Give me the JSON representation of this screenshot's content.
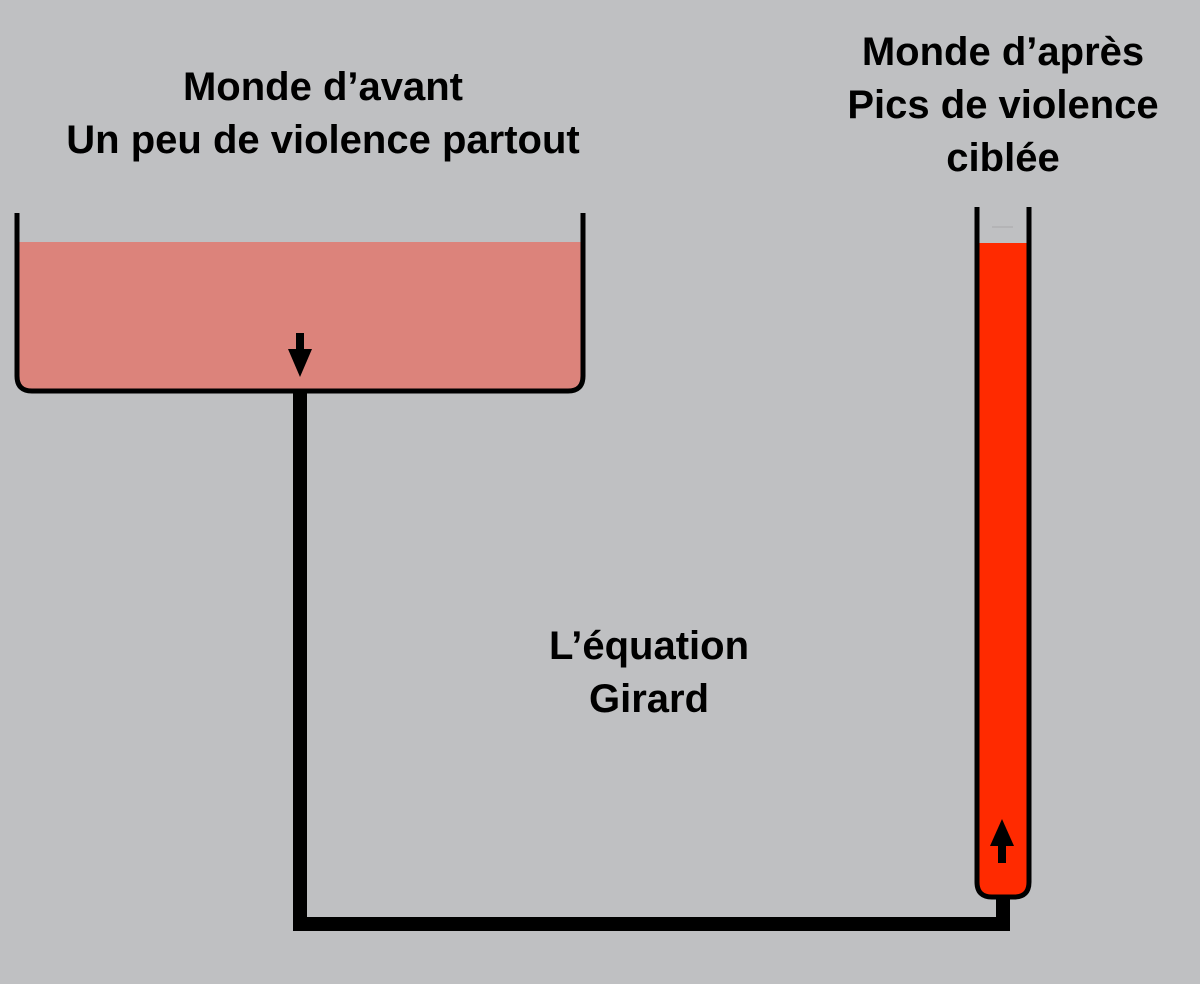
{
  "labels": {
    "before_world": {
      "line1": "Monde d’avant",
      "line2": "Un peu de violence partout"
    },
    "after_world": {
      "line1": "Monde d’après",
      "line2": "Pics de violence",
      "line3": "ciblée"
    },
    "equation": {
      "line1": "L’équation",
      "line2": "Girard"
    }
  },
  "colors": {
    "background": "#bfc0c2",
    "wide_basin_fill": "#dc837b",
    "narrow_tube_fill": "#ff2a00",
    "stroke": "#000000"
  },
  "icons": {
    "wide_basin_arrow": "arrow-down",
    "narrow_tube_arrow": "arrow-up"
  }
}
